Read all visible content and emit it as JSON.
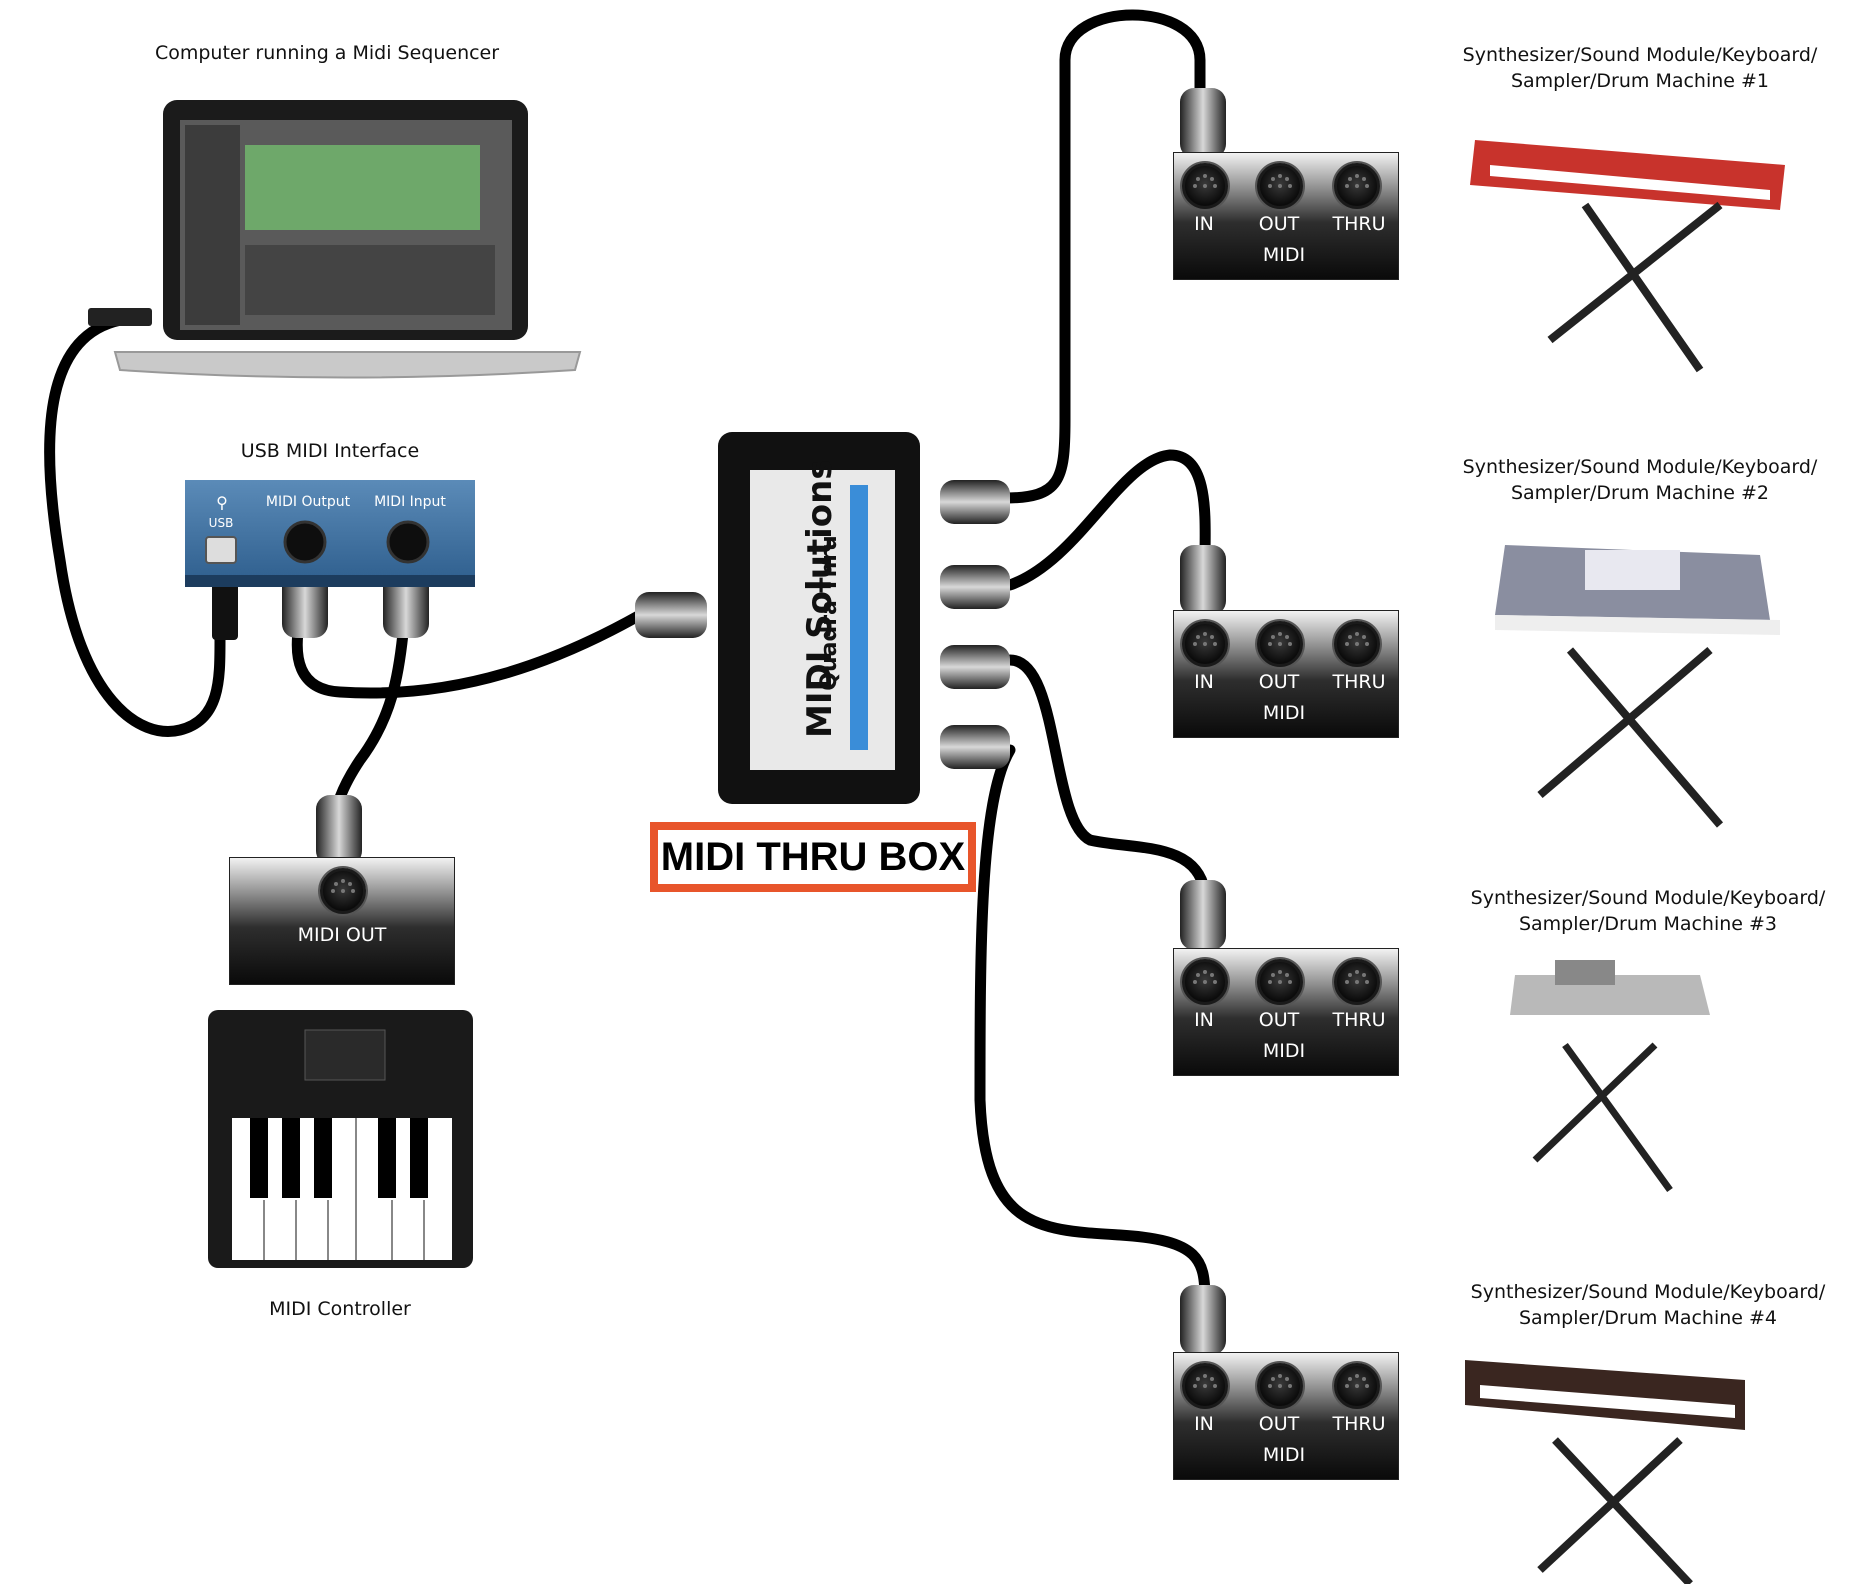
{
  "computer": {
    "label": "Computer running a Midi Sequencer"
  },
  "usb_interface": {
    "label": "USB MIDI Interface",
    "usb_port_label": "USB",
    "output_label": "MIDI Output",
    "input_label": "MIDI Input"
  },
  "controller": {
    "port_box_label": "MIDI OUT",
    "label": "MIDI Controller"
  },
  "thru_box": {
    "brand": "MIDI Solutions",
    "model": "Quadra Thru",
    "title": "MIDI THRU BOX",
    "title_color": "#e8552b"
  },
  "devices": [
    {
      "label_line1": "Synthesizer/Sound Module/Keyboard/",
      "label_line2": "Sampler/Drum Machine #1",
      "in": "IN",
      "out": "OUT",
      "thru": "THRU",
      "midi": "MIDI"
    },
    {
      "label_line1": "Synthesizer/Sound Module/Keyboard/",
      "label_line2": "Sampler/Drum Machine #2",
      "in": "IN",
      "out": "OUT",
      "thru": "THRU",
      "midi": "MIDI"
    },
    {
      "label_line1": "Synthesizer/Sound Module/Keyboard/",
      "label_line2": "Sampler/Drum Machine #3",
      "in": "IN",
      "out": "OUT",
      "thru": "THRU",
      "midi": "MIDI"
    },
    {
      "label_line1": "Synthesizer/Sound Module/Keyboard/",
      "label_line2": "Sampler/Drum Machine #4",
      "in": "IN",
      "out": "OUT",
      "thru": "THRU",
      "midi": "MIDI"
    }
  ]
}
